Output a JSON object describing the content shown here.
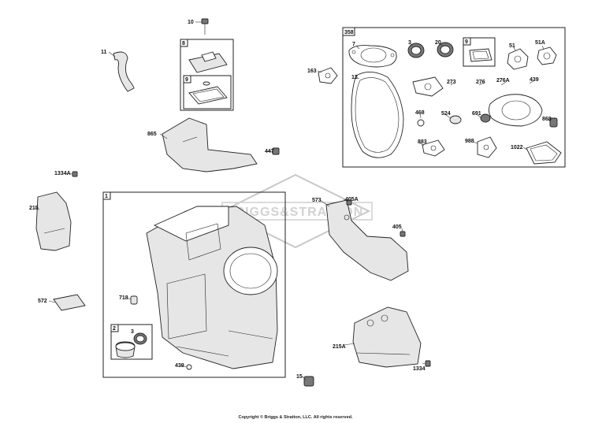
{
  "watermark": {
    "text": "BRIGGS&STRATTON"
  },
  "copyright": "Copyright © Briggs & Stratton, LLC. All rights reserved.",
  "boxes": {
    "b358": "358",
    "b8": "8",
    "b9a": "9",
    "b9b": "9",
    "b1": "1",
    "b2": "2"
  },
  "labels": {
    "p10": "10",
    "p11": "11",
    "p865": "865",
    "p447": "447",
    "p1334A": "1334A",
    "p215": "215",
    "p572": "572",
    "p718": "718",
    "p3a": "3",
    "p439a": "439",
    "p15": "15",
    "p573": "573",
    "p405A": "405A",
    "p405": "405",
    "p215A": "215A",
    "p1334": "1334",
    "p163": "163",
    "p7": "7",
    "p3b": "3",
    "p20": "20",
    "p51": "51",
    "p51A": "51A",
    "p12": "12",
    "p273": "273",
    "p276": "276",
    "p276A": "276A",
    "p439b": "439",
    "p468": "468",
    "p524": "524",
    "p691": "691",
    "p868": "868",
    "p883": "883",
    "p988": "988",
    "p1022": "1022"
  }
}
